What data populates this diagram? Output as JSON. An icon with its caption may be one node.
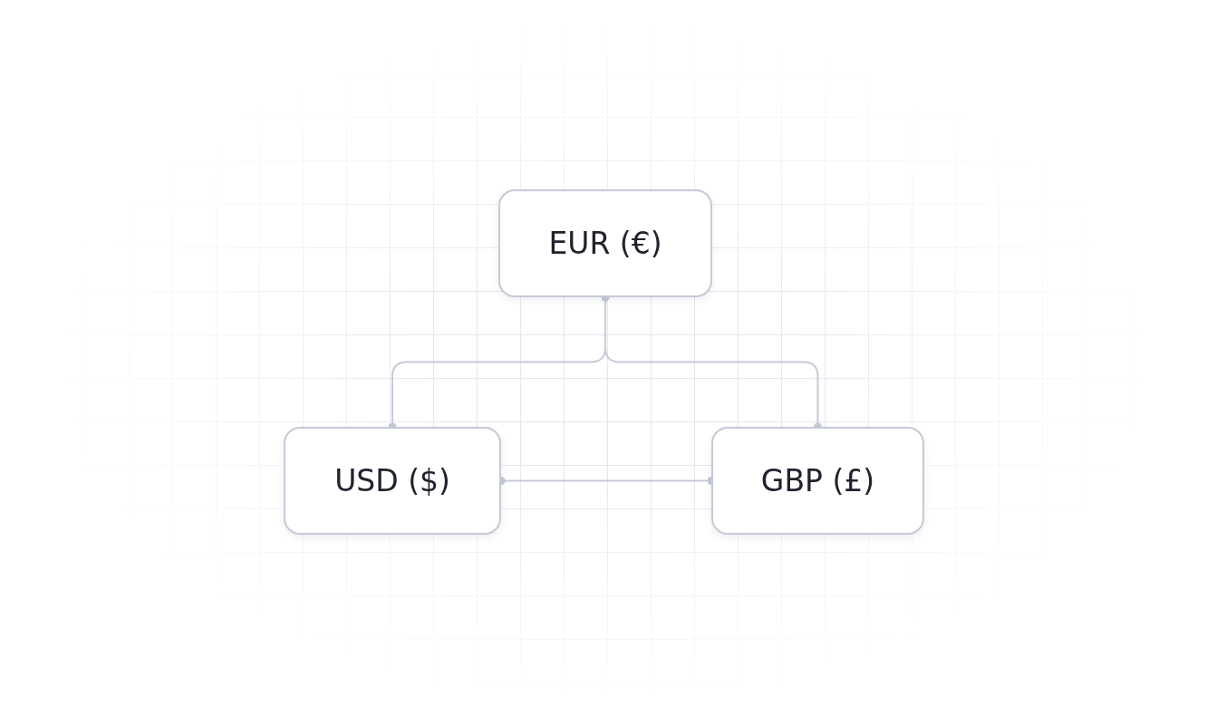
{
  "diagram": {
    "nodes": [
      {
        "text": [
          "EUR (€)"
        ]
      },
      {
        "text": [
          "USD ($)"
        ]
      },
      {
        "text": [
          "GBP (£)"
        ]
      }
    ],
    "edges": [
      {
        "from": 0,
        "to": 1,
        "arrow": "other"
      },
      {
        "from": 0,
        "to": 2,
        "arrow": "other"
      },
      {
        "from": 1,
        "to": 2,
        "arrow": "other"
      }
    ]
  }
}
